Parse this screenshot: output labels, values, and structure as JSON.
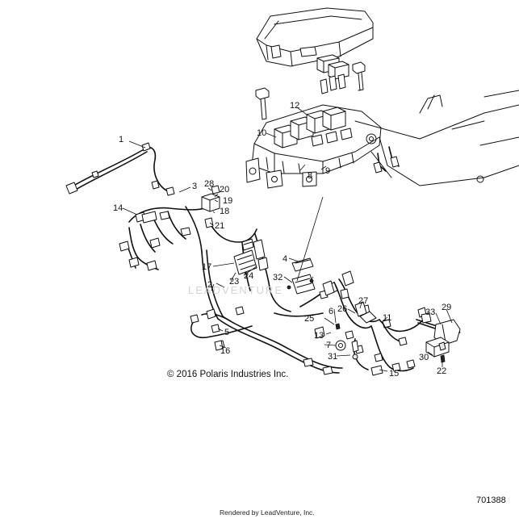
{
  "copyright": "© 2016 Polaris Industries Inc.",
  "part_number": "701388",
  "rendered_by": "Rendered by LeadVenture, Inc.",
  "watermark_text": "LEADVENTURE",
  "callouts": {
    "c1": "1",
    "c2": "2",
    "c3": "3",
    "c4": "4",
    "c5": "5",
    "c6": "6",
    "c7": "7",
    "c8": "8",
    "c9": "9",
    "c10": "10",
    "c11": "11",
    "c12": "12",
    "c13": "13",
    "c14": "14",
    "c15": "15",
    "c16": "16",
    "c17": "17",
    "c18": "18",
    "c19": "19",
    "c20": "20",
    "c21": "21",
    "c22": "22",
    "c23": "23",
    "c24": "24",
    "c25": "25",
    "c26": "26",
    "c27": "27",
    "c28": "28",
    "c29": "29",
    "c30": "30",
    "c31": "31",
    "c32": "32",
    "c33": "33"
  }
}
